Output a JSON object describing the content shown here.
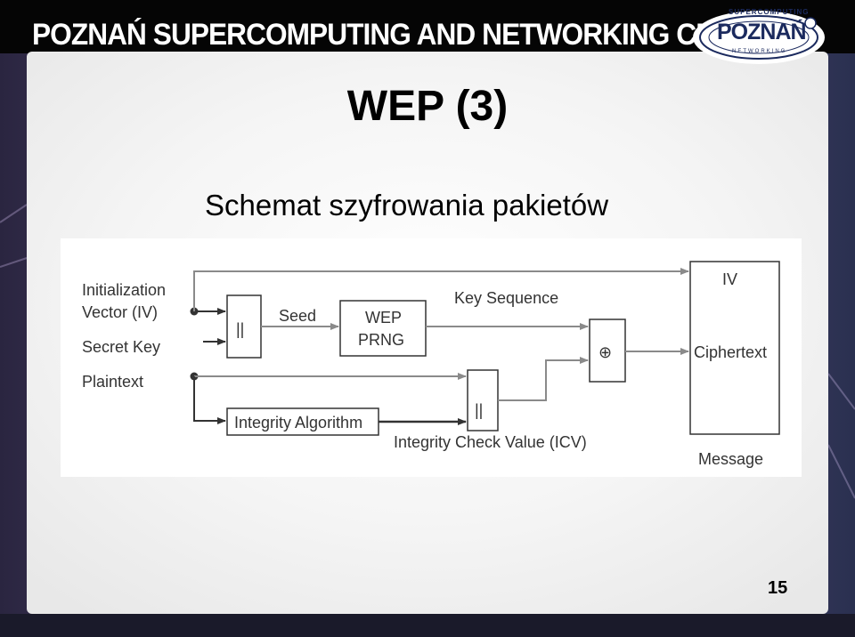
{
  "header": {
    "title": "POZNAŃ SUPERCOMPUTING AND NETWORKING CENTER",
    "logo": {
      "main_text": "POZNAŃ",
      "arc_text": "SUPERCOMPUTING",
      "sub_text": "NETWORKING"
    }
  },
  "slide": {
    "title": "WEP (3)",
    "subtitle": "Schemat szyfrowania pakietów",
    "page_number": "15"
  },
  "diagram": {
    "inputs": {
      "iv_line1": "Initialization",
      "iv_line2": "Vector (IV)",
      "secret_key": "Secret Key",
      "plaintext": "Plaintext"
    },
    "concat_symbol": "||",
    "seed_label": "Seed",
    "prng_line1": "WEP",
    "prng_line2": "PRNG",
    "key_sequence_label": "Key Sequence",
    "xor_symbol": "⊕",
    "integrity_algorithm": "Integrity Algorithm",
    "icv_label": "Integrity Check Value (ICV)",
    "message": {
      "iv": "IV",
      "ciphertext": "Ciphertext",
      "caption": "Message"
    }
  },
  "colors": {
    "header_band": "#050505",
    "slide_panel": "#f4f4f4",
    "diagram_line": "#8a8a8a",
    "diagram_dark": "#333333"
  }
}
